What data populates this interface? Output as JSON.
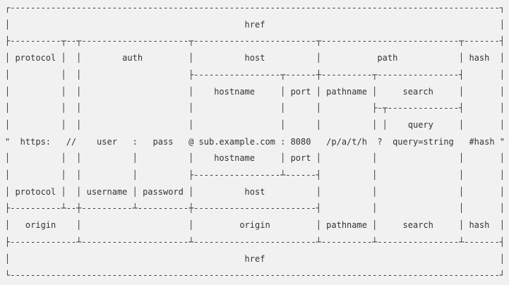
{
  "colors": {
    "background": "#f1f1f1",
    "text": "#333333"
  },
  "diagram": {
    "kind": "url-structure-ascii-diagram",
    "ascii_lines": [
      "┌------------------------------------------------------------------------------------------------┐",
      "│                                              href                                              │",
      "├----------┬--┬---------------------┬------------------------┬---------------------------┬-------┤",
      "│ protocol │  │        auth         │          host          │           path            │ hash  │",
      "│          │  │                     ├-----------------┬------┼----------┬----------------┤       │",
      "│          │  │                     │    hostname     │ port │ pathname │     search     │       │",
      "│          │  │                     │                 │      │          ├-┬--------------┤       │",
      "│          │  │                     │                 │      │          │ │    query     │       │",
      "\"  https:   //    user   :   pass   @ sub.example.com : 8080   /p/a/t/h  ?  query=string   #hash \"",
      "│          │  │          │          │    hostname     │ port │          │                │       │",
      "│          │  │          │          ├-----------------┴------┤          │                │       │",
      "│ protocol │  │ username │ password │          host          │          │                │       │",
      "├----------┴--┼----------┴----------┼------------------------┤          │                │       │",
      "│   origin    │                     │         origin         │ pathname │     search     │ hash  │",
      "├-------------┴---------------------┴------------------------┴----------┴----------------┴-------┤",
      "│                                              href                                              │",
      "└------------------------------------------------------------------------------------------------┘"
    ],
    "rows": {
      "top_band": "href",
      "band_1_labels": [
        "protocol",
        "auth",
        "host",
        "path",
        "hash"
      ],
      "band_2_labels": [
        "hostname",
        "port",
        "pathname",
        "search"
      ],
      "band_3_labels": [
        "query"
      ],
      "url_tokens": [
        "\"",
        "https:",
        "//",
        "user",
        ":",
        "pass",
        "@",
        "sub.example.com",
        ":",
        "8080",
        "/p/a/t/h",
        "?",
        "query=string",
        "#hash",
        "\""
      ],
      "band_4_labels": [
        "hostname",
        "port"
      ],
      "band_5_labels": [
        "protocol",
        "username",
        "password",
        "host"
      ],
      "band_6_labels": [
        "origin",
        "origin",
        "pathname",
        "search",
        "hash"
      ],
      "bottom_band": "href"
    }
  }
}
